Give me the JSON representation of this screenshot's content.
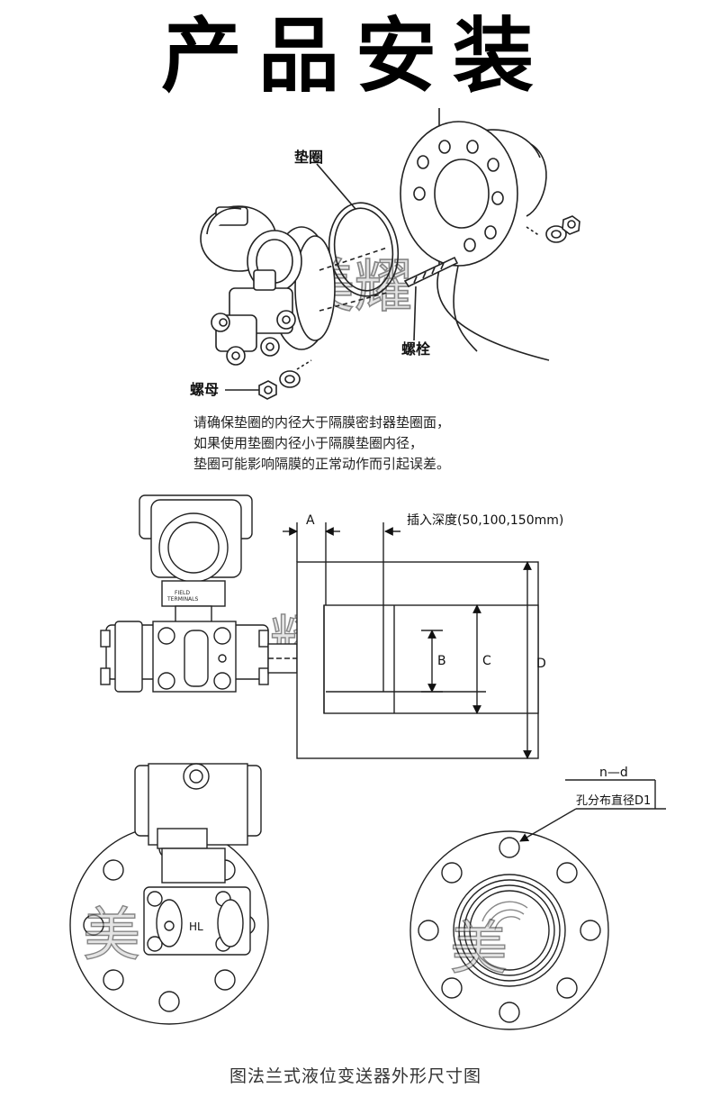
{
  "title": "产品安装",
  "install_diagram": {
    "label_gasket": "垫圈",
    "label_bolt": "螺栓",
    "label_nut": "螺母",
    "watermark": "美耀"
  },
  "note_lines": [
    "请确保垫圈的内径大于隔膜密封器垫圈面，",
    "如果使用垫圈内径小于隔膜垫圈内径，",
    "垫圈可能影响隔膜的正常动作而引起误差。"
  ],
  "dimension_drawing": {
    "label_a": "A",
    "label_insert_depth": "插入深度(50,100,150mm)",
    "label_b": "B",
    "label_c": "C",
    "label_d": "D",
    "field_terminals": "FIELD\nTERMINALS",
    "field_text_line1": "FIELD",
    "field_text_line2": "TERMINALS",
    "hl_label": "HL",
    "label_nd": "n—d",
    "label_d1": "孔分布直径D1",
    "watermark": "耀",
    "watermark2": "美"
  },
  "caption": "图法兰式液位变送器外形尺寸图"
}
